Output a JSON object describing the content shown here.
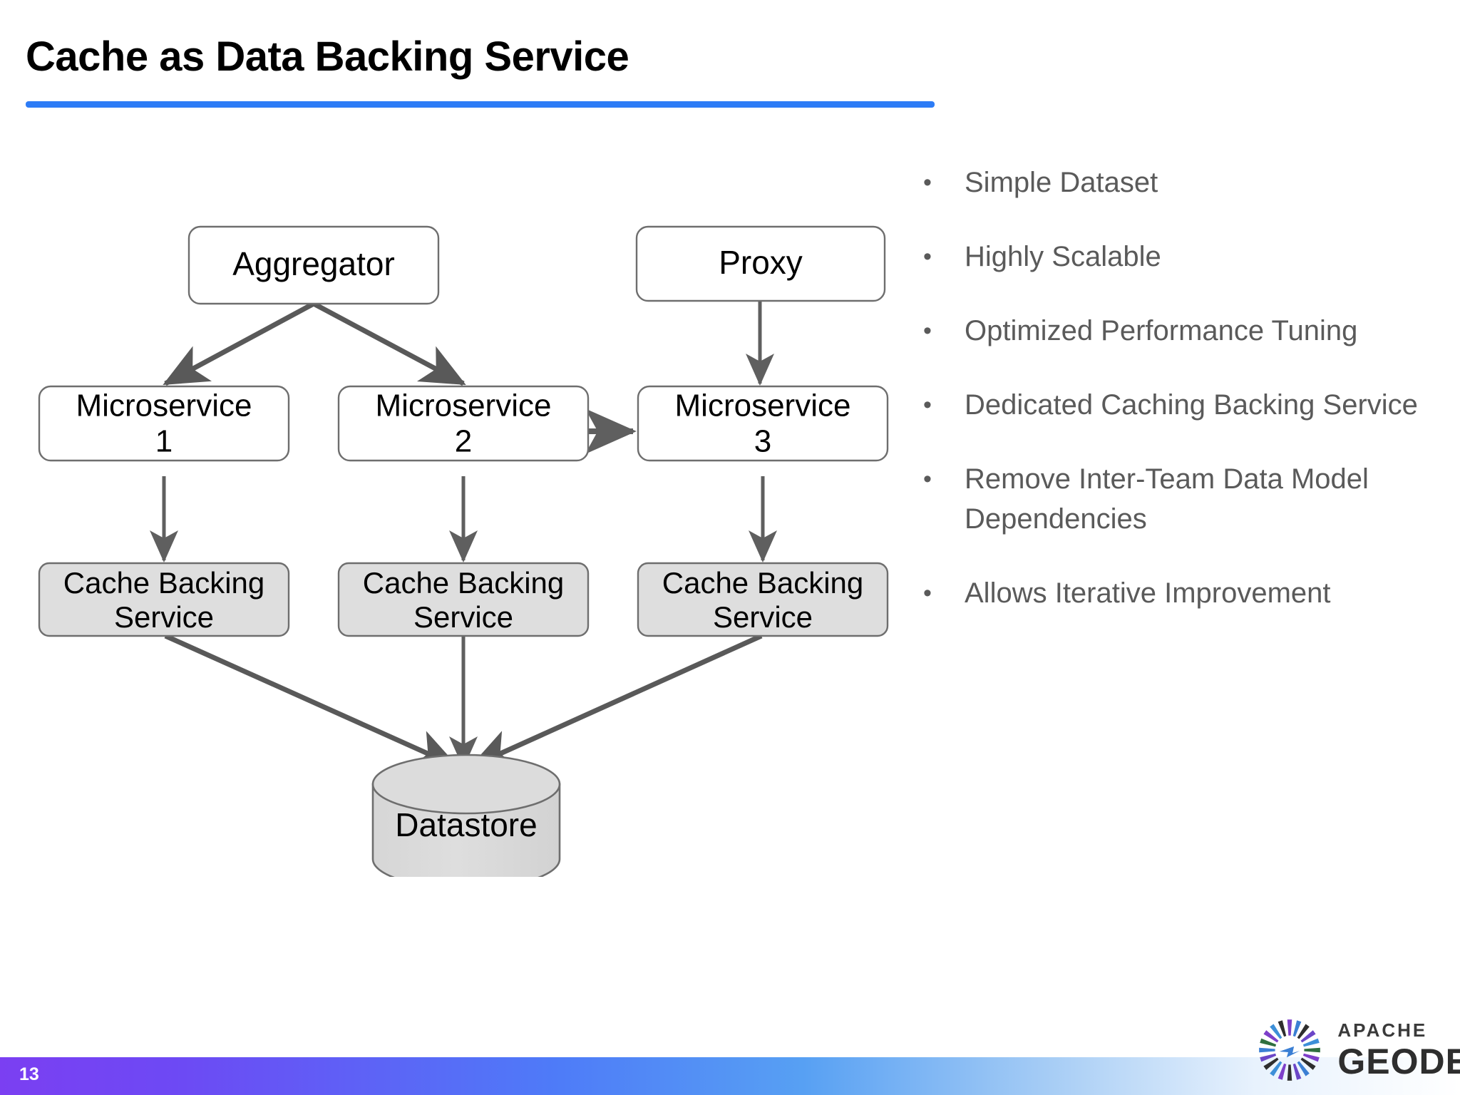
{
  "slide": {
    "title": "Cache as Data Backing Service",
    "page_number": "13",
    "accent_color": "#2d7cf6",
    "text_gray": "#5a5a5a"
  },
  "diagram": {
    "node_fill_white": "#ffffff",
    "node_fill_gray": "#dedede",
    "node_stroke": "#6e6e6e",
    "arrow_color": "#595959",
    "nodes": {
      "aggregator": "Aggregator",
      "proxy": "Proxy",
      "microservice1_line1": "Microservice",
      "microservice1_line2": "1",
      "microservice2_line1": "Microservice",
      "microservice2_line2": "2",
      "microservice3_line1": "Microservice",
      "microservice3_line2": "3",
      "cache1_line1": "Cache Backing",
      "cache1_line2": "Service",
      "cache2_line1": "Cache Backing",
      "cache2_line2": "Service",
      "cache3_line1": "Cache Backing",
      "cache3_line2": "Service",
      "datastore": "Datastore"
    }
  },
  "bullets": [
    {
      "marker": "•",
      "text": "Simple Dataset"
    },
    {
      "marker": "•",
      "text": "Highly Scalable"
    },
    {
      "marker": "•",
      "text": "Optimized Performance Tuning"
    },
    {
      "marker": "•",
      "text": "Dedicated Caching Backing Service"
    },
    {
      "marker": "•",
      "text": "Remove Inter-Team Data Model Dependencies"
    },
    {
      "marker": "•",
      "text": "Allows Iterative Improvement"
    }
  ],
  "logo": {
    "apache": "APACHE",
    "geode": "GEODE"
  }
}
